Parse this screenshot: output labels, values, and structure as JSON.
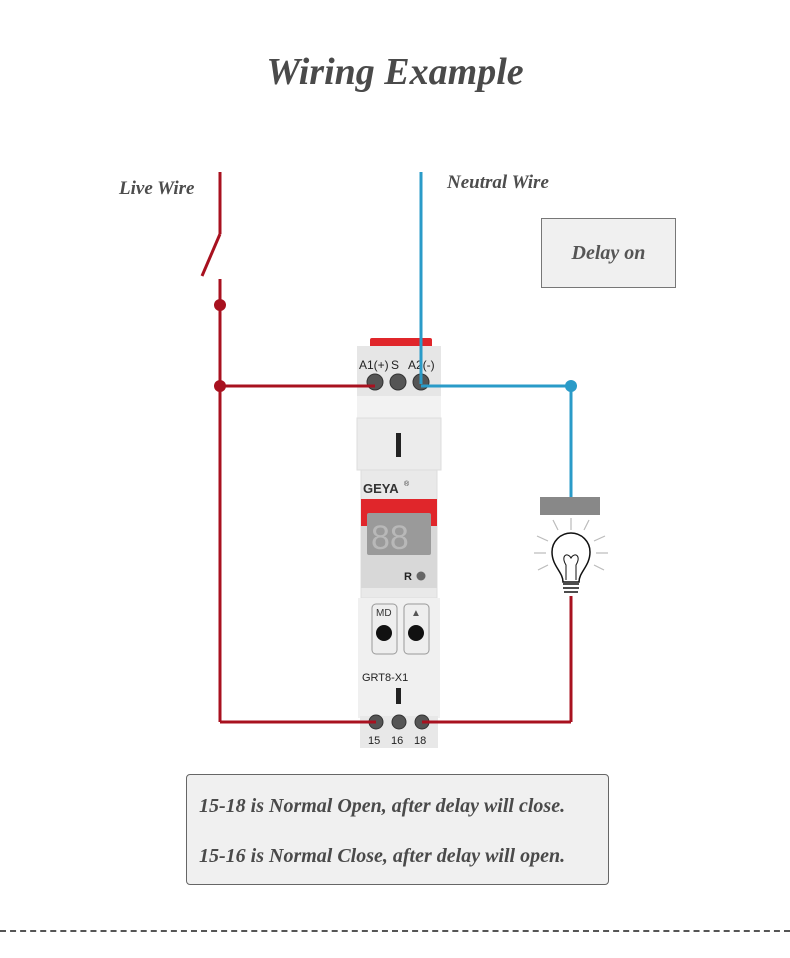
{
  "title": "Wiring Example",
  "labels": {
    "live_wire": "Live Wire",
    "neutral_wire": "Neutral Wire",
    "mode": "Delay on"
  },
  "device": {
    "brand": "GEYA",
    "brand_mark": "®",
    "model": "GRT8-X1",
    "display_digits": "88",
    "indicator_label": "R",
    "top_terminals": [
      "A1(+)",
      "S",
      "A2(-)"
    ],
    "bottom_terminals": [
      "15",
      "16",
      "18"
    ],
    "buttons": [
      {
        "label": "MD"
      },
      {
        "label": "▲"
      }
    ]
  },
  "notes": [
    "15-18 is Normal Open, after delay will close.",
    "15-16 is Normal Close, after delay will open."
  ],
  "colors": {
    "live": "#a8111f",
    "neutral": "#2a9bc8",
    "device_red": "#e0262b",
    "text": "#4a4a4a"
  }
}
